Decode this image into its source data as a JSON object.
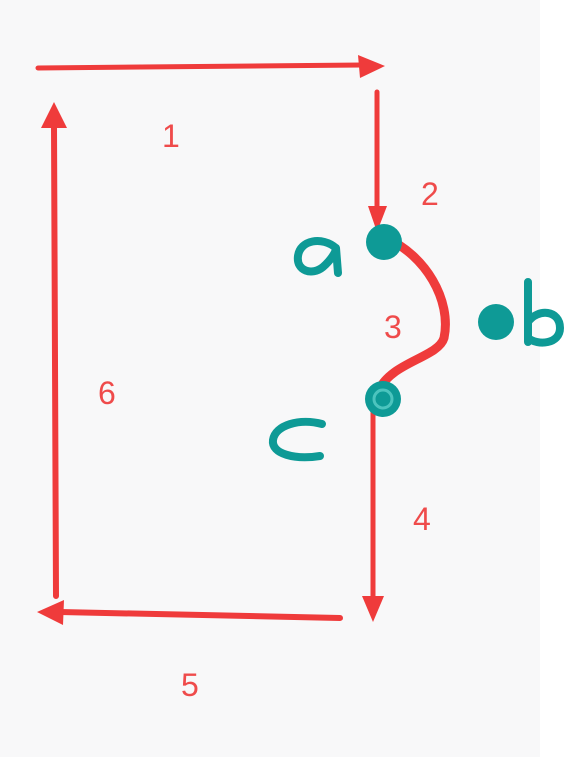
{
  "segments": [
    {
      "id": "1",
      "label": "1"
    },
    {
      "id": "2",
      "label": "2"
    },
    {
      "id": "3",
      "label": "3"
    },
    {
      "id": "4",
      "label": "4"
    },
    {
      "id": "5",
      "label": "5"
    },
    {
      "id": "6",
      "label": "6"
    }
  ],
  "points": [
    {
      "id": "a",
      "label": "a"
    },
    {
      "id": "b",
      "label": "b"
    },
    {
      "id": "c",
      "label": "c"
    }
  ],
  "colors": {
    "edge": "#ef3b3b",
    "label": "#ef4b4b",
    "point": "#0e9a96",
    "panel": "#f8f8f9"
  }
}
